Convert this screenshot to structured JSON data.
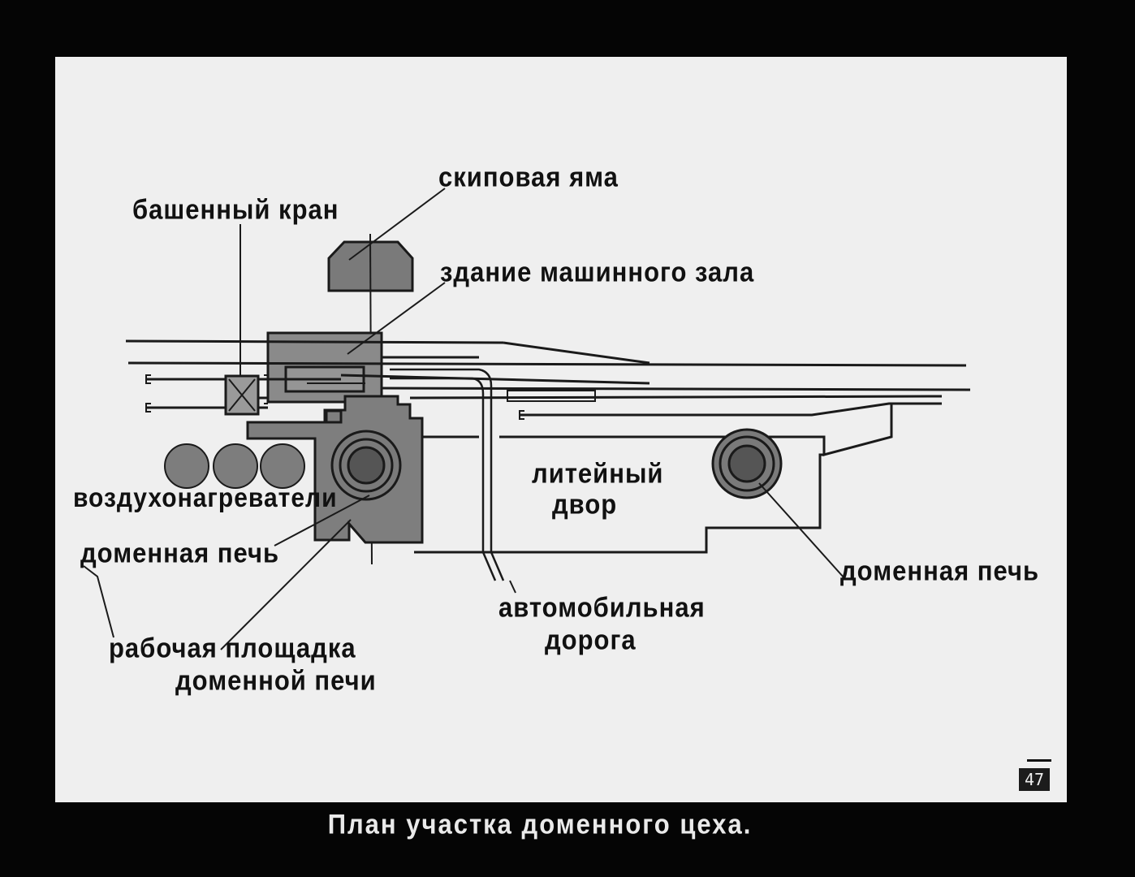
{
  "caption": "План участка доменного цеха.",
  "page_number": "47",
  "labels": {
    "skip_pit": "скиповая яма",
    "tower_crane": "башенный кран",
    "machine_hall": "здание машинного зала",
    "air_heaters": "воздухонагреватели",
    "blast_furnace_left": "доменная печь",
    "work_platform_line1": "рабочая площадка",
    "work_platform_line2": "доменной печи",
    "cast_house_line1": "литейный",
    "cast_house_line2": "двор",
    "blast_furnace_right": "доменная печь",
    "road_line1": "автомобильная",
    "road_line2": "дорога"
  },
  "colors": {
    "slide": "#efefef",
    "fill_gray": "#7d7d7d",
    "fill_mid": "#8a8a8a",
    "line": "#1a1a1a"
  }
}
